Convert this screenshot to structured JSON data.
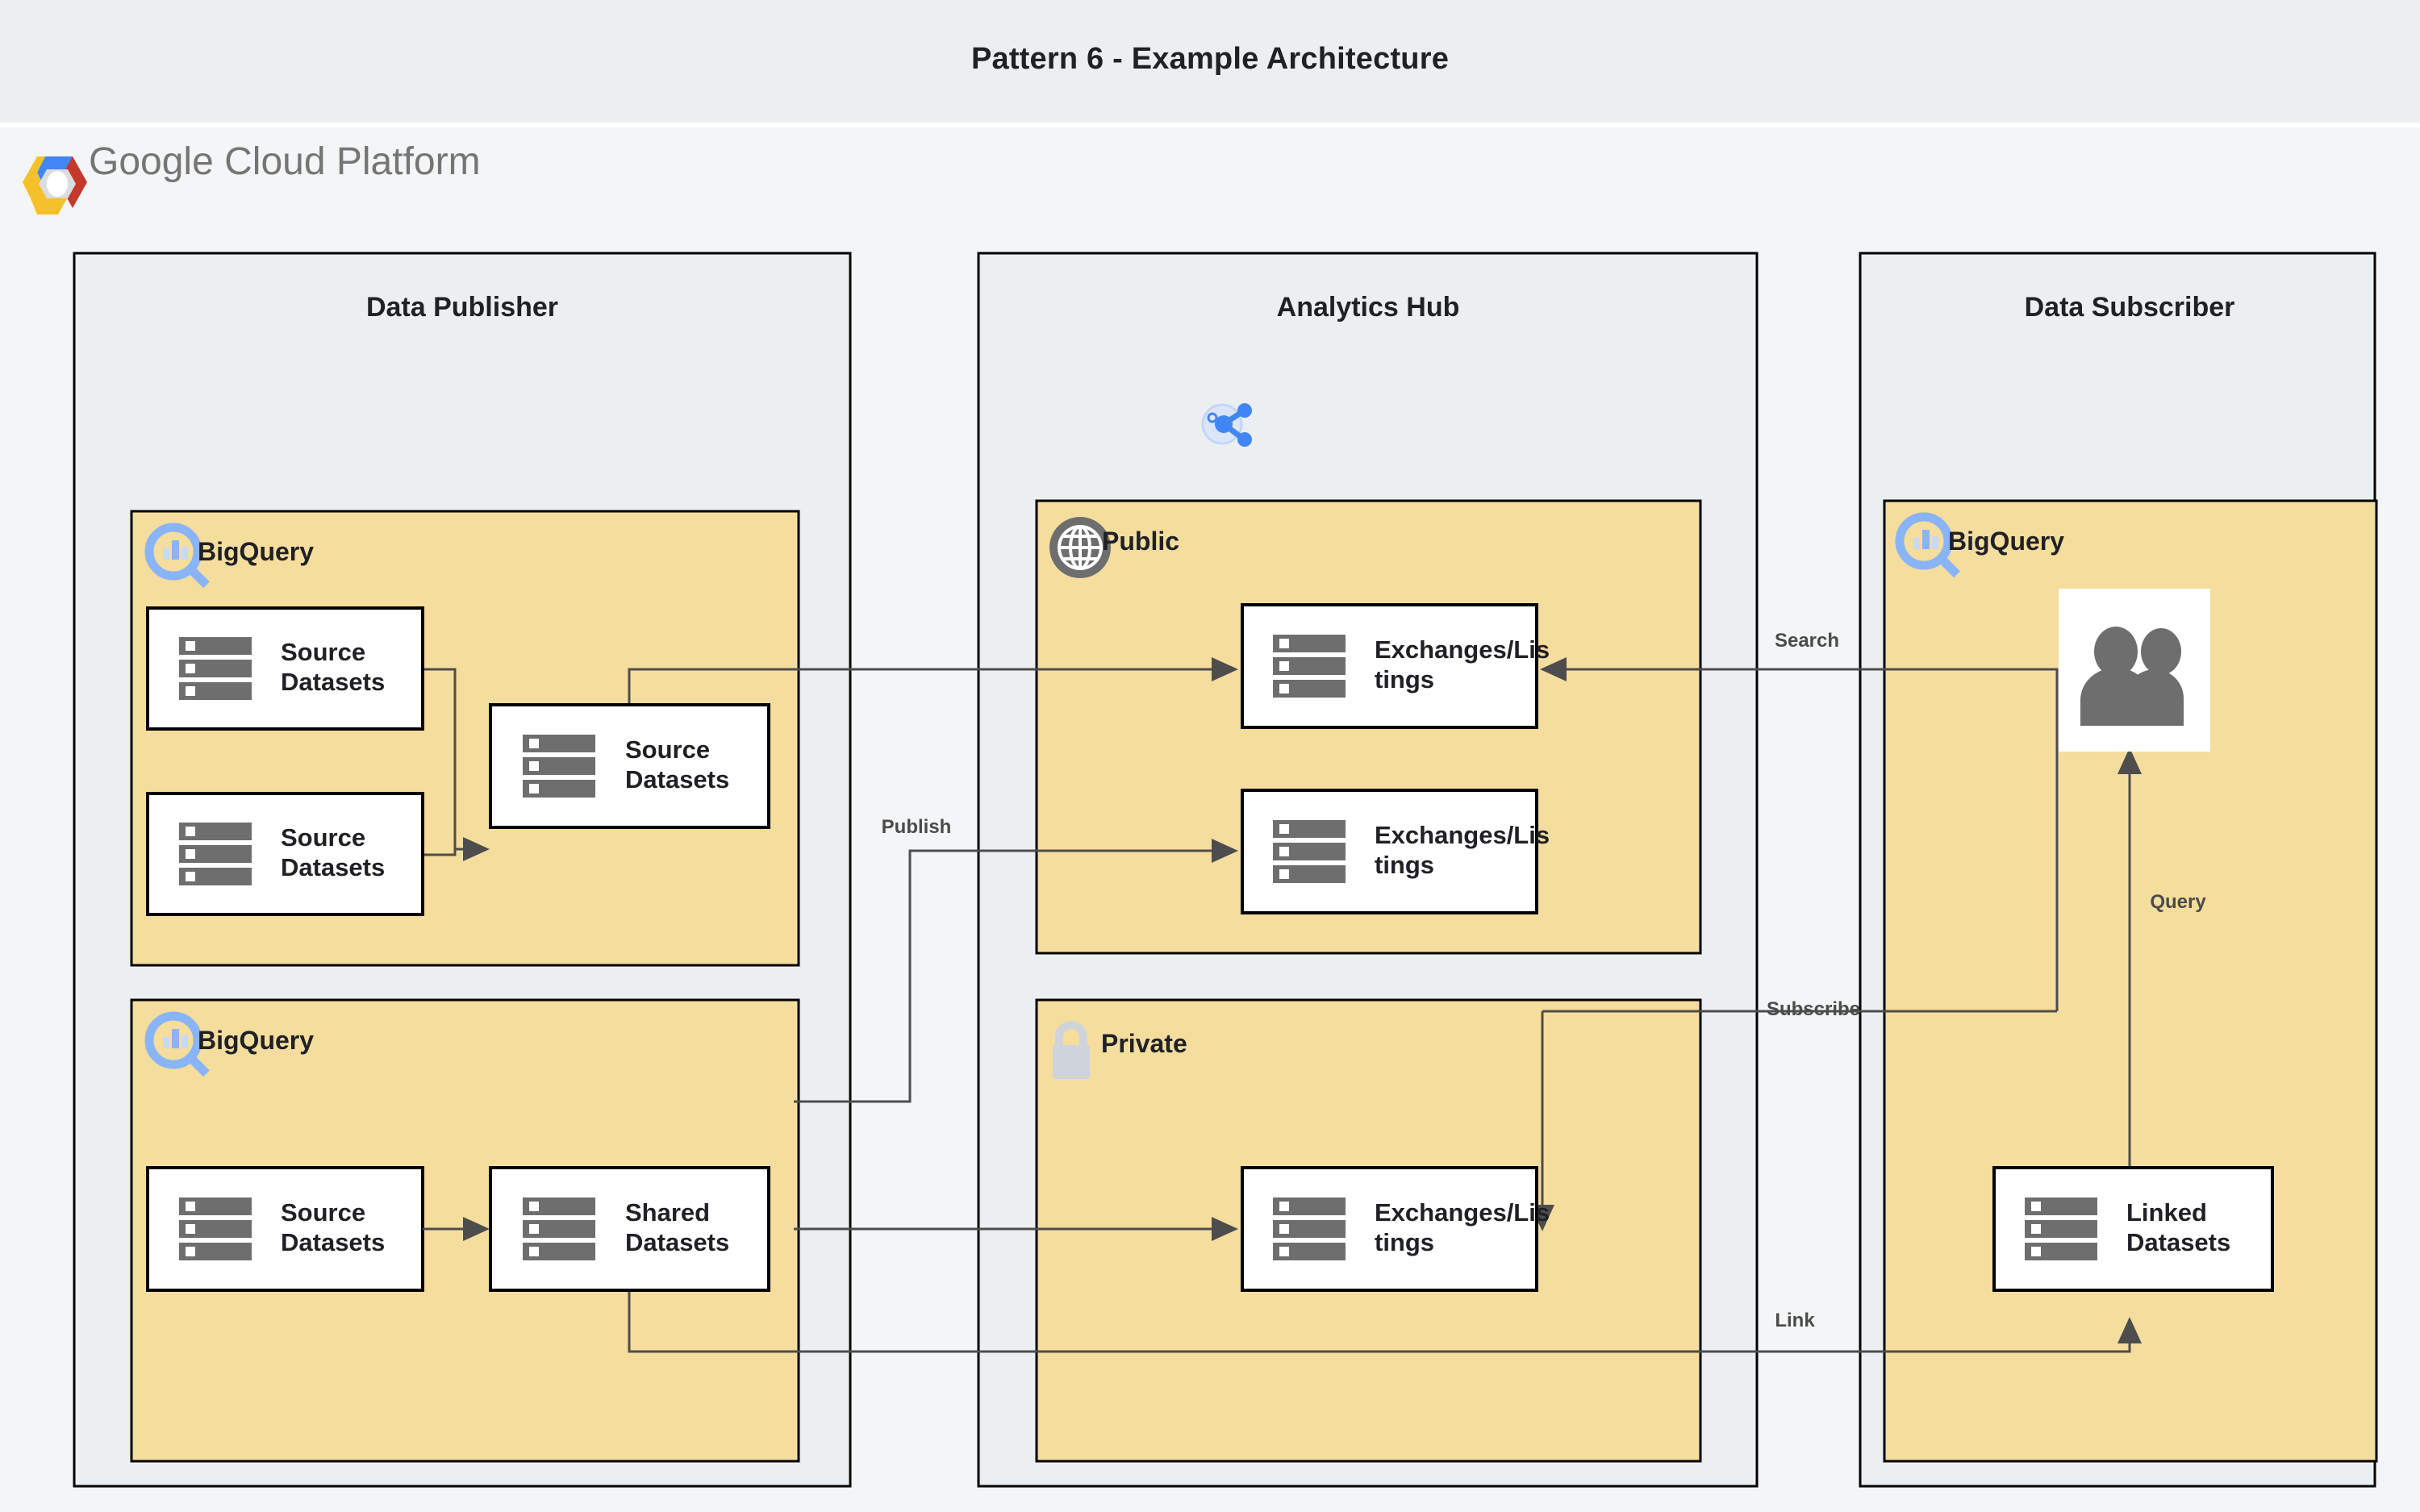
{
  "header": {
    "title": "Pattern 6 - Example Architecture"
  },
  "branding": {
    "logo_name": "google-cloud-platform-logo",
    "text": "Google Cloud Platform"
  },
  "colors": {
    "title_bar_bg": "#eceff1",
    "canvas_bg": "#f4f5f6",
    "zone_bg": "#eceff1",
    "group_fill": "#f5dd9d",
    "node_fill": "#ffffff",
    "stroke": "#000000",
    "edge_stroke": "#4d4d4d",
    "icon_gray": "#6e6e6e",
    "bigquery_blue": "#8ab4f8",
    "hub_blue": "#4285f4",
    "lock_gray": "#ced4da"
  },
  "zones": [
    {
      "id": "data-publisher",
      "label": "Data Publisher",
      "icon": null
    },
    {
      "id": "analytics-hub",
      "label": "Analytics Hub",
      "icon": "share-nodes-icon"
    },
    {
      "id": "data-subscriber",
      "label": "Data Subscriber",
      "icon": null
    }
  ],
  "groups": [
    {
      "id": "publisher-bigquery-top",
      "label": "BigQuery",
      "icon": "bigquery-icon"
    },
    {
      "id": "publisher-bigquery-bottom",
      "label": "BigQuery",
      "icon": "bigquery-icon"
    },
    {
      "id": "hub-public",
      "label": "Public",
      "icon": "globe-icon"
    },
    {
      "id": "hub-private",
      "label": "Private",
      "icon": "lock-icon"
    },
    {
      "id": "subscriber-bigquery",
      "label": "BigQuery",
      "icon": "bigquery-icon"
    }
  ],
  "nodes": [
    {
      "id": "pub-source-1",
      "label": "Source\nDatasets",
      "line1": "Source",
      "line2": "Datasets",
      "icon": "dataset-icon"
    },
    {
      "id": "pub-source-2",
      "label": "Source\nDatasets",
      "line1": "Source",
      "line2": "Datasets",
      "icon": "dataset-icon"
    },
    {
      "id": "pub-source-3",
      "label": "Source\nDatasets",
      "line1": "Source",
      "line2": "Datasets",
      "icon": "dataset-icon"
    },
    {
      "id": "pub-source-4",
      "label": "Source\nDatasets",
      "line1": "Source",
      "line2": "Datasets",
      "icon": "dataset-icon"
    },
    {
      "id": "pub-shared",
      "label": "Shared\nDatasets",
      "line1": "Shared",
      "line2": "Datasets",
      "icon": "dataset-icon"
    },
    {
      "id": "public-listing-1",
      "label": "Exchanges/Listings",
      "line1": "Exchanges/Lis",
      "line2": "tings",
      "icon": "dataset-icon"
    },
    {
      "id": "public-listing-2",
      "label": "Exchanges/Listings",
      "line1": "Exchanges/Lis",
      "line2": "tings",
      "icon": "dataset-icon"
    },
    {
      "id": "private-listing",
      "label": "Exchanges/Listings",
      "line1": "Exchanges/Lis",
      "line2": "tings",
      "icon": "dataset-icon"
    },
    {
      "id": "subscriber-users",
      "label": "",
      "icon": "users-icon"
    },
    {
      "id": "subscriber-linked",
      "label": "Linked\nDatasets",
      "line1": "Linked",
      "line2": "Datasets",
      "icon": "dataset-icon"
    }
  ],
  "edges": [
    {
      "id": "edge-publish",
      "label": "Publish"
    },
    {
      "id": "edge-search",
      "label": "Search"
    },
    {
      "id": "edge-subscribe",
      "label": "Subscribe"
    },
    {
      "id": "edge-query",
      "label": "Query"
    },
    {
      "id": "edge-link",
      "label": "Link"
    }
  ]
}
